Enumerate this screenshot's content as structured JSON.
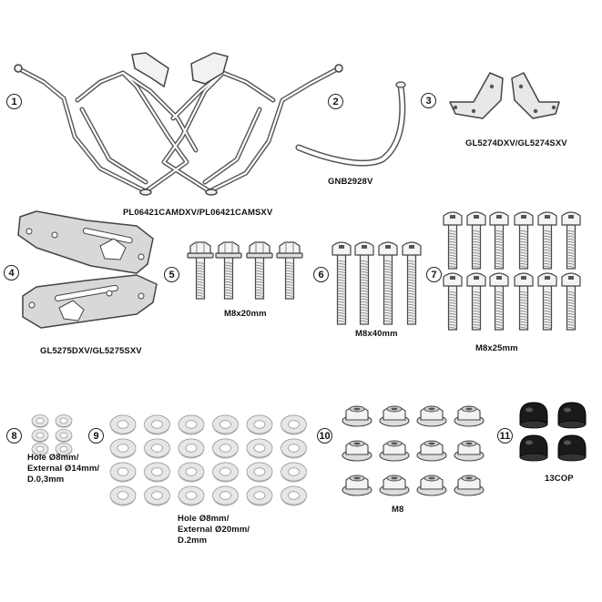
{
  "items": [
    {
      "number": "1",
      "label": "PL06421CAMDXV/PL06421CAMSXV"
    },
    {
      "number": "2",
      "label": "GNB2928V"
    },
    {
      "number": "3",
      "label": "GL5274DXV/GL5274SXV"
    },
    {
      "number": "4",
      "label": "GL5275DXV/GL5275SXV"
    },
    {
      "number": "5",
      "label": "M8x20mm"
    },
    {
      "number": "6",
      "label": "M8x40mm"
    },
    {
      "number": "7",
      "label": "M8x25mm"
    },
    {
      "number": "8",
      "label_lines": [
        "Hole Ø8mm/",
        "External Ø14mm/",
        "D.0,3mm"
      ]
    },
    {
      "number": "9",
      "label_lines": [
        "Hole Ø8mm/",
        "External Ø20mm/",
        "D.2mm"
      ]
    },
    {
      "number": "10",
      "label": "M8"
    },
    {
      "number": "11",
      "label": "13COP"
    }
  ]
}
